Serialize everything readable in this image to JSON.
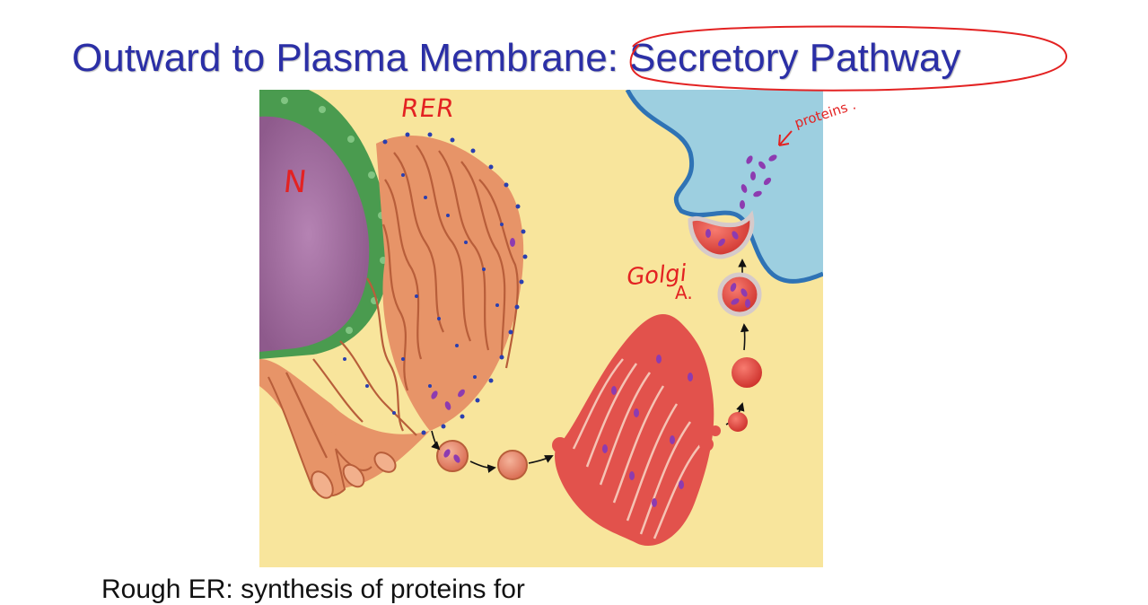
{
  "slide": {
    "title": "Outward to Plasma Membrane:  Secretory Pathway",
    "bullet": "Rough ER:  synthesis of proteins for"
  },
  "annotations": {
    "nucleus": "N",
    "rer": "RER",
    "golgi": "Golgi",
    "golgi_suffix": "A.",
    "proteins": "proteins ."
  },
  "colors": {
    "title": "#2b2fa6",
    "ink": "#e32222",
    "cytoplasm": "#f8e59c",
    "extracellular": "#9dcfe0",
    "nucleus": "#a16a9e",
    "nuclear_envelope": "#4a9b4f",
    "rer": "#e79468",
    "golgi": "#e2524c",
    "cargo": "#8d3bb0",
    "ribosome": "#2a3fb0"
  }
}
